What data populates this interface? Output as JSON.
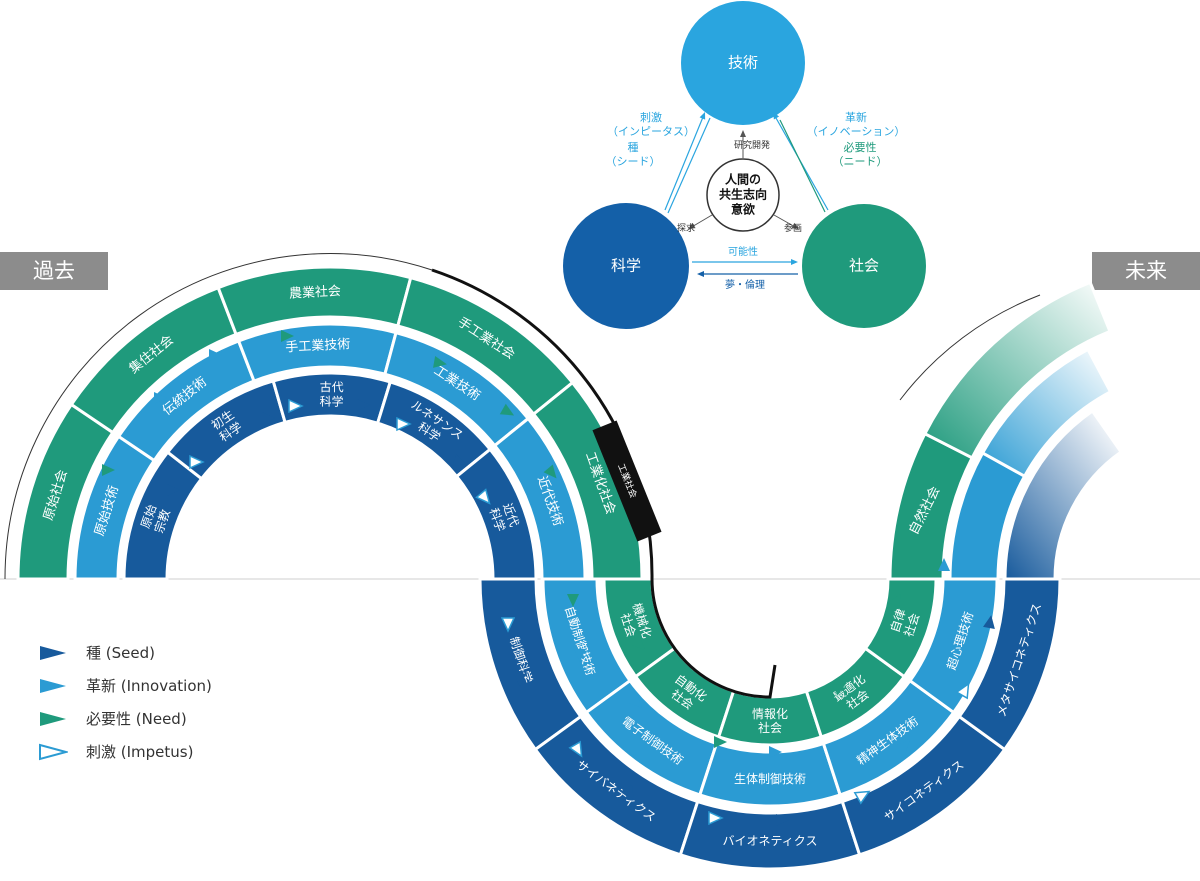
{
  "corner_labels": {
    "past": "過去",
    "future": "未来"
  },
  "triangle": {
    "technology": "技術",
    "science": "科学",
    "society": "社会",
    "center": [
      "人間の",
      "共生志向",
      "意欲"
    ],
    "impetus": [
      "刺激",
      "（インピータス）"
    ],
    "seed": [
      "種",
      "（シード）"
    ],
    "innovation": [
      "革新",
      "（イノベーション）"
    ],
    "need": [
      "必要性",
      "（ニード）"
    ],
    "rnd": "研究開発",
    "explore": "探求",
    "plan": "参画",
    "possibility": "可能性",
    "dream_ethics": "夢・倫理"
  },
  "society_ring": {
    "left": [
      "原始社会",
      "集住社会",
      "農業社会",
      "手工業社会",
      "工業化社会"
    ],
    "bottom": [
      "機械化社会",
      "自動化社会",
      "情報化社会",
      "最適化社会",
      "自律社会"
    ],
    "right": [
      "自然社会"
    ]
  },
  "tech_ring": {
    "left": [
      "原始技術",
      "伝統技術",
      "手工業技術",
      "工業技術",
      "近代技術"
    ],
    "bottom": [
      "自動制御技術",
      "電子制御技術",
      "生体制御技術",
      "精神生体技術",
      "超心理技術"
    ]
  },
  "science_ring": {
    "left": [
      "原始宗教",
      "初生科学",
      "古代科学",
      "ルネサンス科学",
      "近代科学"
    ],
    "bottom": [
      "制御科学",
      "サイバネティクス",
      "バイオネティクス",
      "サイコネティクス",
      "メタサイコネティクス"
    ]
  },
  "industrial_society_marker": "工業社会",
  "legend": [
    {
      "label": "種 (Seed)",
      "color": "#175a9c",
      "filled": true
    },
    {
      "label": "革新 (Innovation)",
      "color": "#2b9bd3",
      "filled": true
    },
    {
      "label": "必要性 (Need)",
      "color": "#1f9a7c",
      "filled": true
    },
    {
      "label": "刺激 (Impetus)",
      "color": "#2b9bd3",
      "filled": false
    }
  ],
  "colors": {
    "society": "#1f9a7c",
    "technology": "#2b9bd3",
    "science": "#175a9c",
    "tech_circle": "#2aa5df",
    "science_circle": "#1460a8",
    "society_circle": "#1f9a7c",
    "corner_label_bg": "#8c8c8c"
  }
}
